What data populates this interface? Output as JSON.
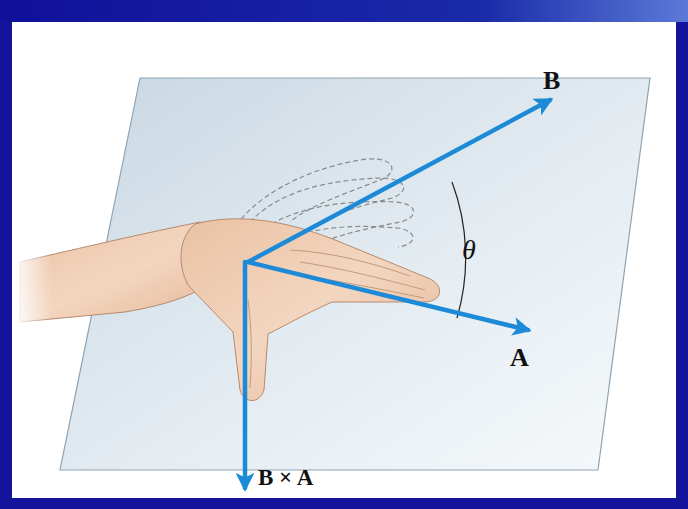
{
  "diagram": {
    "labels": [
      "B",
      "θ",
      "A",
      "B × A"
    ]
  }
}
